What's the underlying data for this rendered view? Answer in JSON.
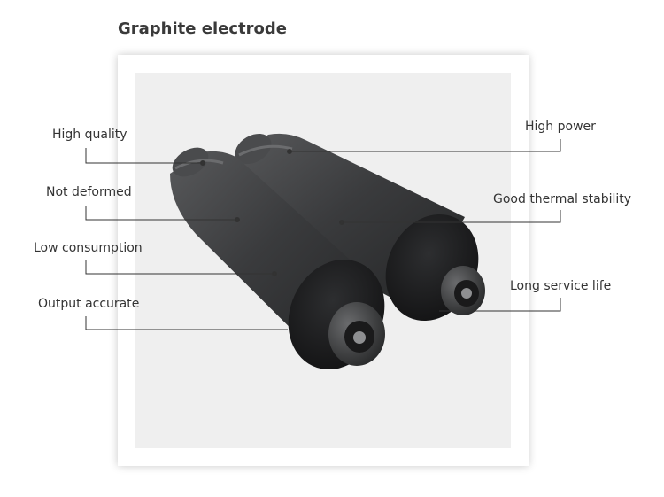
{
  "title": "Graphite electrode",
  "labels_left": [
    "High quality",
    "Not deformed",
    "Low consumption",
    "Output accurate"
  ],
  "labels_right": [
    "High power",
    "Good thermal stability",
    "Long service life"
  ],
  "colors": {
    "electrode": "#3a3b3d",
    "leader_line": "#333333",
    "frame_shadow": "#cccccc",
    "panel": "#efefef"
  }
}
